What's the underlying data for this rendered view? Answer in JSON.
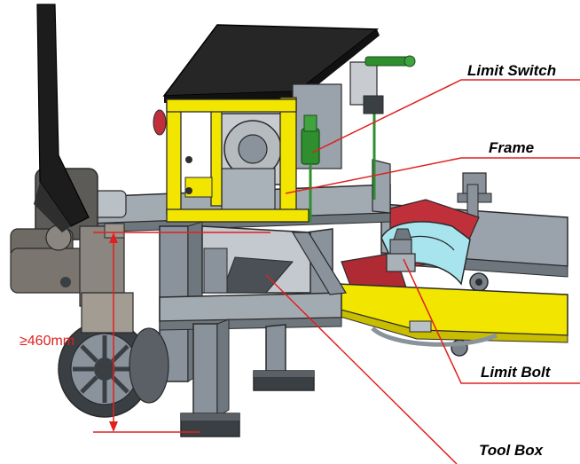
{
  "callouts": {
    "limit_switch": "Limit Switch",
    "frame": "Frame",
    "limit_bolt": "Limit Bolt",
    "tool_box": "Tool Box"
  },
  "dimension": {
    "text": "≥460mm"
  },
  "colors": {
    "leader_line": "#e02020",
    "frame_yellow": "#f2e600",
    "steel_gray": "#8a939c",
    "housing_dark": "#2e2e2e",
    "cyan_part": "#a8e4ee",
    "red_part": "#c0303a",
    "motor_silver": "#c8ccd0",
    "switch_green": "#2f8f2f"
  }
}
